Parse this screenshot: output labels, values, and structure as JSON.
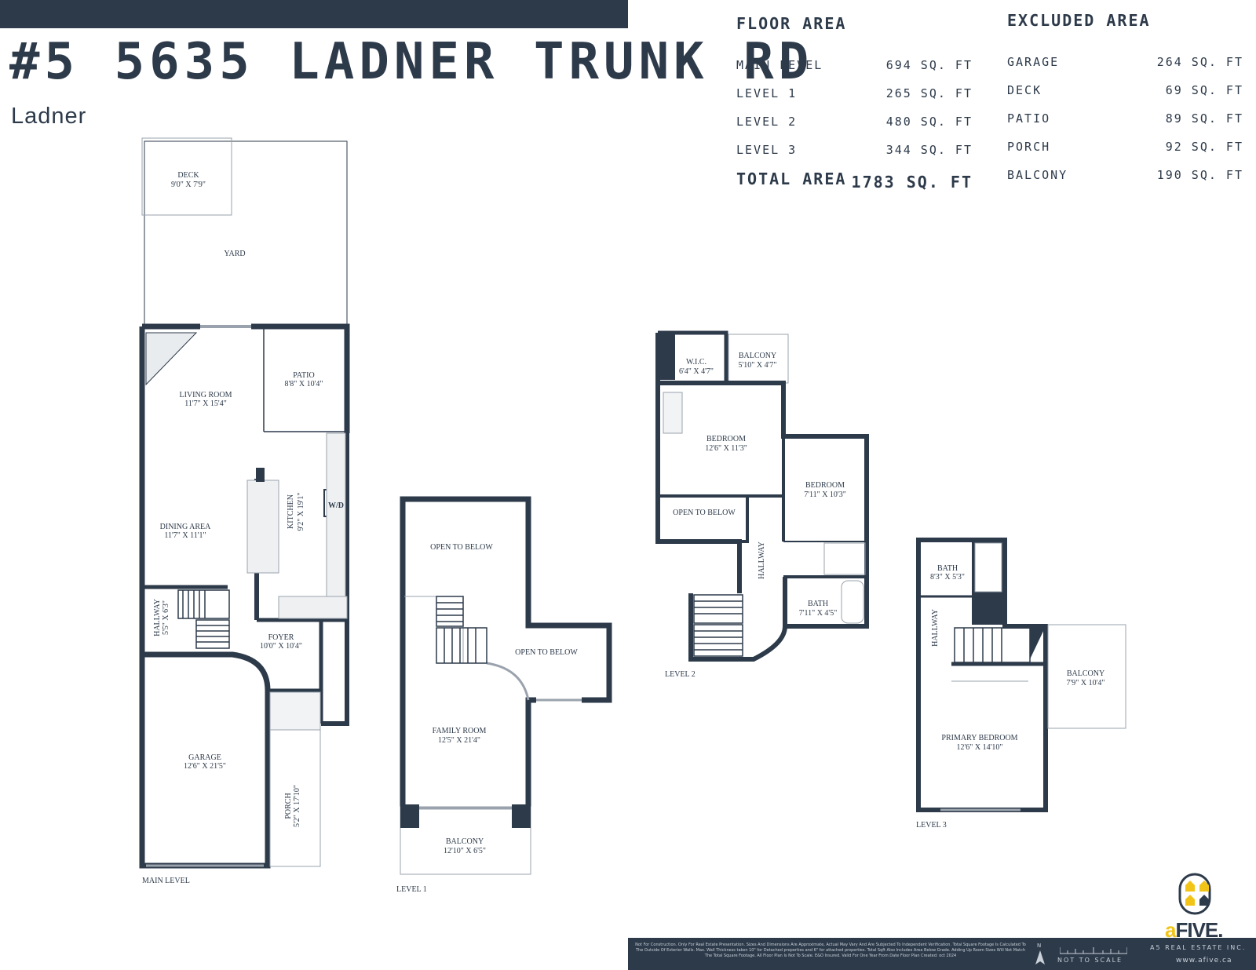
{
  "header": {
    "address": "#5 5635 LADNER TRUNK RD",
    "city": "Ladner"
  },
  "floor_area": {
    "heading": "FLOOR AREA",
    "rows": [
      {
        "label": "MAIN LEVEL",
        "value": "694 SQ. FT"
      },
      {
        "label": "LEVEL 1",
        "value": "265 SQ. FT"
      },
      {
        "label": "LEVEL 2",
        "value": "480 SQ. FT"
      },
      {
        "label": "LEVEL 3",
        "value": "344 SQ. FT"
      }
    ],
    "total_label": "TOTAL AREA",
    "total_value": "1783 SQ. FT"
  },
  "excluded_area": {
    "heading": "EXCLUDED AREA",
    "rows": [
      {
        "label": "GARAGE",
        "value": "264 SQ. FT"
      },
      {
        "label": "DECK",
        "value": "69 SQ. FT"
      },
      {
        "label": "PATIO",
        "value": "89 SQ. FT"
      },
      {
        "label": "PORCH",
        "value": "92 SQ. FT"
      },
      {
        "label": "BALCONY",
        "value": "190 SQ. FT"
      }
    ]
  },
  "plans": {
    "main": {
      "level_label": "MAIN LEVEL",
      "deck": {
        "name": "DECK",
        "dim": "9'0\" X 7'9\""
      },
      "yard": {
        "name": "YARD"
      },
      "living": {
        "name": "LIVING ROOM",
        "dim": "11'7\" X 15'4\""
      },
      "patio": {
        "name": "PATIO",
        "dim": "8'8\" X 10'4\""
      },
      "dining": {
        "name": "DINING AREA",
        "dim": "11'7\" X 11'1\""
      },
      "kitchen": {
        "name": "KITCHEN",
        "dim": "9'2\" X 19'1\""
      },
      "wd": {
        "name": "W/D"
      },
      "hallway": {
        "name": "HALLWAY",
        "dim": "5'5\" X 6'3\""
      },
      "foyer": {
        "name": "FOYER",
        "dim": "10'0\" X 10'4\""
      },
      "garage": {
        "name": "GARAGE",
        "dim": "12'6\" X 21'5\""
      },
      "porch": {
        "name": "PORCH",
        "dim": "5'2\" X 17'10\""
      }
    },
    "level1": {
      "level_label": "LEVEL 1",
      "open1": {
        "name": "OPEN TO BELOW"
      },
      "open2": {
        "name": "OPEN TO BELOW"
      },
      "family": {
        "name": "FAMILY ROOM",
        "dim": "12'5\" X 21'4\""
      },
      "balcony": {
        "name": "BALCONY",
        "dim": "12'10\" X 6'5\""
      }
    },
    "level2": {
      "level_label": "LEVEL 2",
      "wic": {
        "name": "W.I.C.",
        "dim": "6'4\" X 4'7\""
      },
      "balcony": {
        "name": "BALCONY",
        "dim": "5'10\" X 4'7\""
      },
      "bedroom1": {
        "name": "BEDROOM",
        "dim": "12'6\" X 11'3\""
      },
      "bedroom2": {
        "name": "BEDROOM",
        "dim": "7'11\" X 10'3\""
      },
      "open": {
        "name": "OPEN TO BELOW"
      },
      "hallway": {
        "name": "HALLWAY"
      },
      "bath": {
        "name": "BATH",
        "dim": "7'11\" X 4'5\""
      }
    },
    "level3": {
      "level_label": "LEVEL 3",
      "bath": {
        "name": "BATH",
        "dim": "8'3\" X 5'3\""
      },
      "hallway": {
        "name": "HALLWAY"
      },
      "balcony": {
        "name": "BALCONY",
        "dim": "7'9\" X 10'4\""
      },
      "primary": {
        "name": "PRIMARY BEDROOM",
        "dim": "12'6\" X 14'10\""
      }
    }
  },
  "footer": {
    "disclaimer": "Not For Construction. Only For Real Estate Presentation. Sizes And Dimensions Are Approximate, Actual May Vary And Are Subjected To Independent Verification. Total Square Footage Is Calculated To The Outside Of Exterior Walls. Max. Wall Thickness taken 10\" for Detached properties and 6\" for attached properties. Total Sqft Also Includes Area Below Grade. Adding Up Room Sizes Will Not Match The Total Square Footage. All Floor Plan Is Not To Scale. E&O Insured. Valid For One Year From Date Floor Plan Created: oct 2024",
    "north": "N",
    "scale_note": "NOT TO SCALE",
    "company": "A5 REAL ESTATE INC.",
    "website": "www.afive.ca"
  },
  "brand": {
    "prefix": "a",
    "rest": "FIVE."
  },
  "colors": {
    "wall": "#2d3a4a",
    "accent": "#f2c417",
    "light": "#e9ecef"
  }
}
